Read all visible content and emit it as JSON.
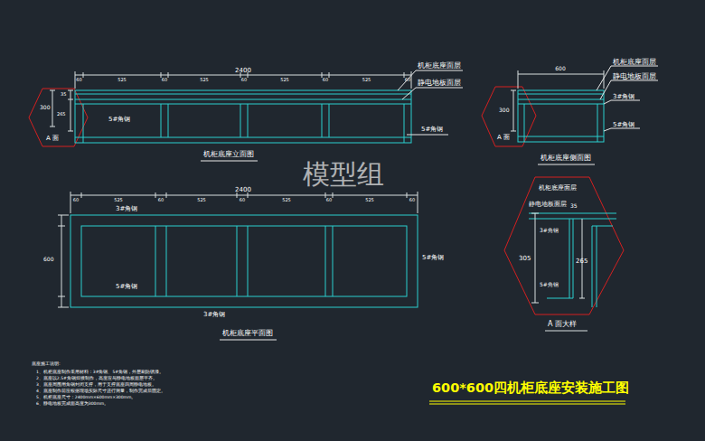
{
  "diagram": {
    "title": "600*600四机柜底座安装施工图",
    "labels": [
      "2400",
      "60",
      "525",
      "60",
      "525",
      "60",
      "525",
      "60",
      "525",
      "60",
      "机柜底座面层",
      "静电地板面层",
      "5#角钢",
      "5#角钢",
      "300",
      "35",
      "265",
      "A 面",
      "机柜底座立面图",
      "600",
      "机柜底座面层",
      "静电地板面层",
      "3#角钢",
      "5#角钢",
      "300",
      "A 面",
      "机柜底座侧面图",
      "2400",
      "60",
      "525",
      "60",
      "525",
      "60",
      "525",
      "60",
      "525",
      "60",
      "3#角钢",
      "5#角钢",
      "5#角钢",
      "3#角钢",
      "600",
      "机柜底座平面图",
      "机柜底座面层",
      "静电地板面层",
      "35",
      "3#角钢",
      "305",
      "265",
      "5#角钢",
      "A 面大样",
      "模型组",
      "底座施工说明:",
      "1、机柜底座制作采用材料：3#角钢、5#角钢，外层刷防锈漆。",
      "2、底座以2.5#角钢焊接制作，高度应与静电地板面层平齐。",
      "3、底座周围用角钢封闭支撑，用于支撑底座四周静电地板。",
      "4、底座制作前应根据现场实际尺寸进行测量，制作完成后固定。",
      "5、机柜底座尺寸：2400mm×600mm×300mm。",
      "6、静电地板完成面高度为300mm。"
    ]
  }
}
